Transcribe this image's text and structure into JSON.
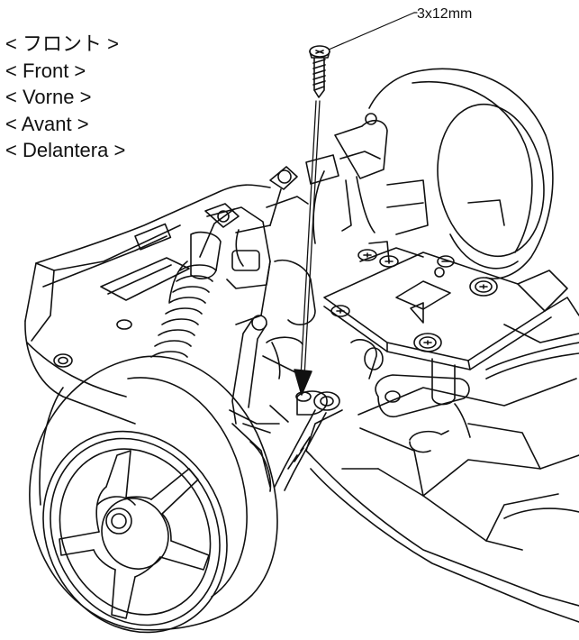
{
  "labels": {
    "jp": "< フロント >",
    "en": "< Front >",
    "de": "< Vorne >",
    "fr": "< Avant >",
    "es": "< Delantera >"
  },
  "screw": {
    "spec": "3x12mm"
  },
  "colors": {
    "line": "#111111",
    "background": "#ffffff"
  }
}
